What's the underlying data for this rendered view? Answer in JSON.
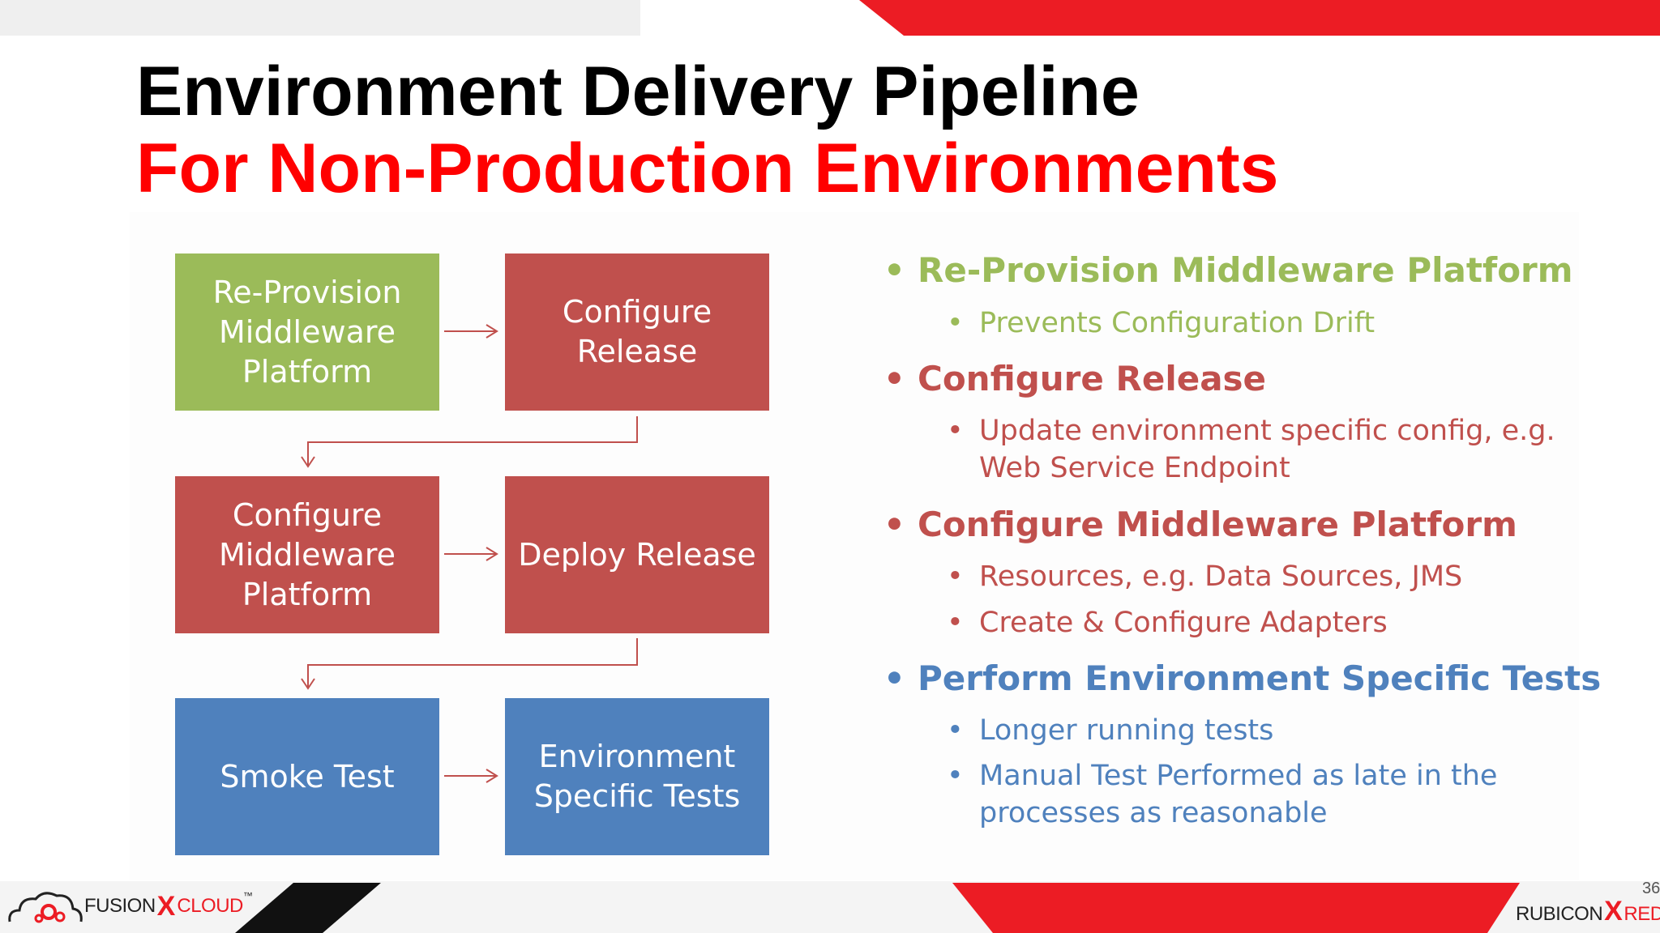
{
  "slide": {
    "title": "Environment Delivery Pipeline",
    "subtitle": "For Non-Production Environments",
    "page_number": "36"
  },
  "flow": {
    "box1": {
      "lines": [
        "Re-Provision",
        "Middleware",
        "Platform"
      ],
      "color": "#9bbb59"
    },
    "box2": {
      "lines": [
        "Configure",
        "Release"
      ],
      "color": "#c0504d"
    },
    "box3": {
      "lines": [
        "Configure",
        "Middleware",
        "Platform"
      ],
      "color": "#c0504d"
    },
    "box4": {
      "lines": [
        "Deploy Release"
      ],
      "color": "#c0504d"
    },
    "box5": {
      "lines": [
        "Smoke Test"
      ],
      "color": "#4f81bd"
    },
    "box6": {
      "lines": [
        "Environment",
        "Specific Tests"
      ],
      "color": "#4f81bd"
    }
  },
  "bullets": {
    "item1": {
      "heading": "Re-Provision Middleware Platform",
      "subs": [
        "Prevents Configuration Drift"
      ]
    },
    "item2": {
      "heading": "Configure Release",
      "subs": [
        "Update environment specific config, e.g.",
        "Web Service Endpoint"
      ]
    },
    "item3": {
      "heading": "Configure Middleware Platform",
      "subs": [
        "Resources, e.g. Data Sources, JMS",
        "Create & Configure Adapters"
      ]
    },
    "item4": {
      "heading": "Perform Environment Specific Tests",
      "subs": [
        "Longer running tests",
        "Manual Test Performed as late in the",
        "processes as reasonable"
      ]
    },
    "bullet_char": "•"
  },
  "footer": {
    "left_logo": {
      "part1": "FUSION",
      "x": "X",
      "part2": "CLOUD",
      "tm": "™"
    },
    "right_logo": {
      "part1": "RUBICON",
      "x": "X",
      "part2": "RED"
    }
  },
  "colors": {
    "accent_red": "#ec1c24",
    "title_red": "#ff0000",
    "green": "#9bbb59",
    "red": "#c0504d",
    "blue": "#4f81bd"
  }
}
